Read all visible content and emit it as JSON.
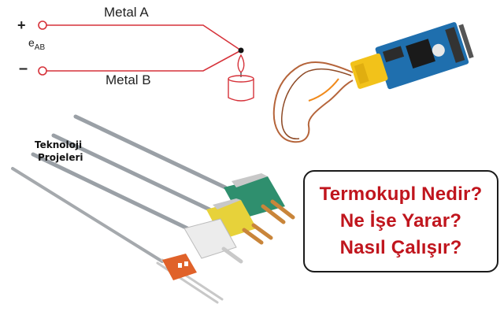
{
  "diagram": {
    "metal_a": "Metal A",
    "metal_b": "Metal B",
    "plus": "+",
    "minus": "–",
    "emf_symbol": "e",
    "emf_subscript": "AB",
    "wire_color": "#d6323a"
  },
  "brand": {
    "line1": "Teknoloji",
    "line2": "Projeleri"
  },
  "headline": {
    "line1": "Termokupl Nedir?",
    "line2": "Ne İşe Yarar?",
    "line3": "Nasıl Çalışır?",
    "color": "#c0151d"
  },
  "photos": {
    "module": "thermocouple-amplifier-module",
    "probes": "thermocouple-probes-with-connectors",
    "connector_colors": [
      "#2f8f6e",
      "#e7d23a",
      "#e6e6e6",
      "#e0622a"
    ]
  }
}
